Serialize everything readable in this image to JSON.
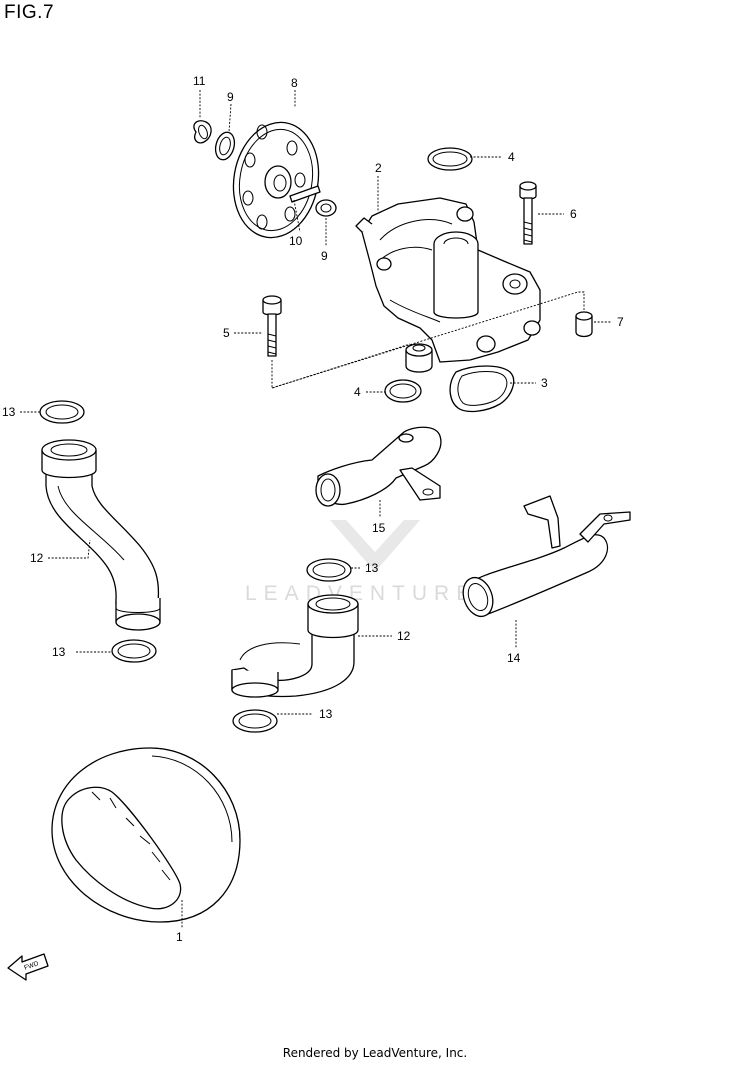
{
  "figure": {
    "title": "FIG.7"
  },
  "watermark": {
    "text": "LEADVENTURE"
  },
  "footer": {
    "text": "Rendered by LeadVenture, Inc."
  },
  "fwd_label": "FWD",
  "callouts": {
    "c1": "1",
    "c2": "2",
    "c3": "3",
    "c4a": "4",
    "c4b": "4",
    "c5": "5",
    "c6": "6",
    "c7": "7",
    "c8": "8",
    "c9a": "9",
    "c9b": "9",
    "c10": "10",
    "c11": "11",
    "c12a": "12",
    "c12b": "12",
    "c13a": "13",
    "c13b": "13",
    "c13c": "13",
    "c13d": "13",
    "c14": "14",
    "c15": "15"
  }
}
